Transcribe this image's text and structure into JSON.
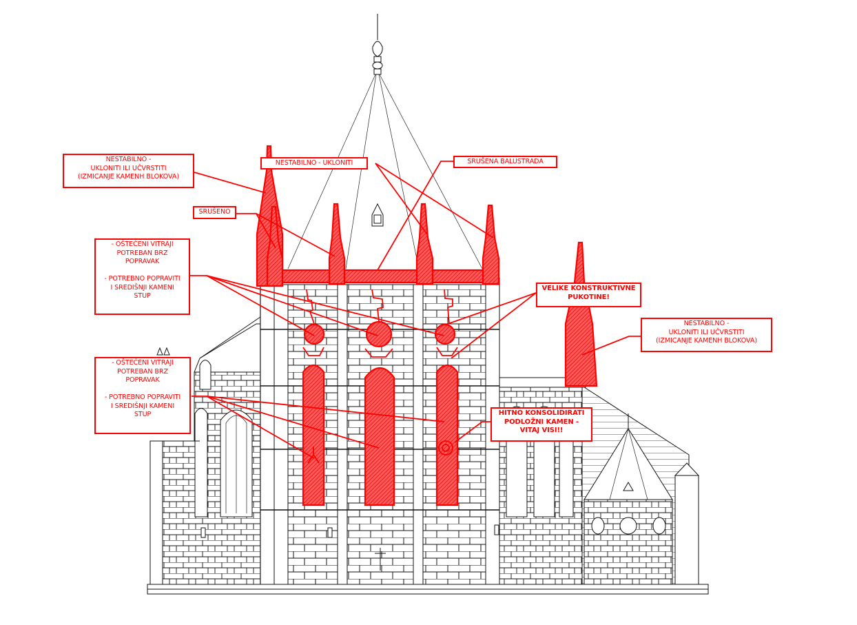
{
  "drawing": {
    "subject": "Gothic church facade elevation with damage annotations",
    "annotation_color": "#ff0000",
    "line_color": "#111111",
    "background": "#ffffff"
  },
  "annotations": [
    {
      "id": "nestabilno-left",
      "text": "NESTABILNO -\nUKLONITI ILI UČVRSTITI\n(IZMICANJE KAMENH BLOKOVA)",
      "bold": false
    },
    {
      "id": "nestabilno-ukloniti",
      "text": "NESTABILNO - UKLONITI",
      "bold": false
    },
    {
      "id": "srusena-balustrada",
      "text": "SRUŠENA BALUSTRADA",
      "bold": false
    },
    {
      "id": "sruseno",
      "text": "SRUŠENO",
      "bold": false
    },
    {
      "id": "vitraji-upper",
      "text": "- OŠTEĆENI VITRAJI\nPOTREBAN BRZ\nPOPRAVAK\n\n- POTREBNO POPRAVITI\nI SREDIŠNJI KAMENI\nSTUP",
      "bold": false
    },
    {
      "id": "velike-pukotine",
      "text": "VELIKE KONSTRUKTIVNE\nPUKOTINE!",
      "bold": true
    },
    {
      "id": "nestabilno-right",
      "text": "NESTABILNO -\nUKLONITI ILI UČVRSTITI\n(IZMICANJE KAMENH BLOKOVA)",
      "bold": false
    },
    {
      "id": "vitraji-lower",
      "text": "- OŠTEĆENI VITRAJI\nPOTREBAN BRZ\nPOPRAVAK\n\n- POTREBNO POPRAVITI\nI SREDIŠNJI KAMENI\nSTUP",
      "bold": false
    },
    {
      "id": "hitno-konsolidirati",
      "text": "HITNO KONSOLIDIRATI\nPODLOŽNI KAMEN -\nVITAJ VISI!!",
      "bold": true
    }
  ]
}
